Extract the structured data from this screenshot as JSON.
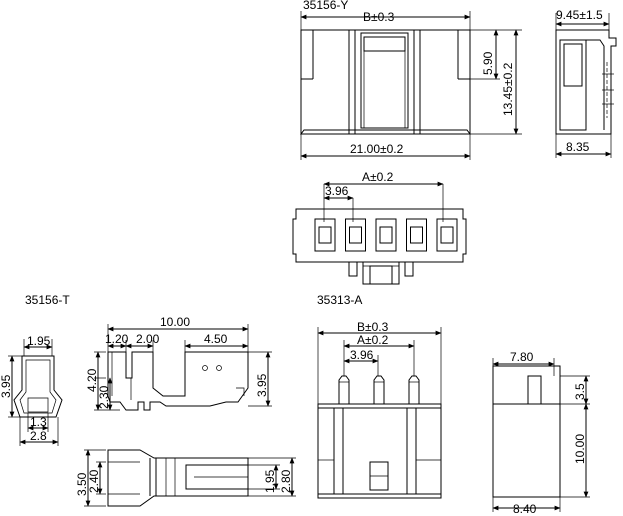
{
  "parts": {
    "y": {
      "title": "35156-Y",
      "dims": {
        "width": "B±0.3",
        "top": "5.90",
        "height": "13.45±0.2",
        "length": "21.00±0.2",
        "side_top": "9.45±1.5",
        "side_bottom": "8.35"
      }
    },
    "housing_front": {
      "dims": {
        "span": "A±0.2",
        "pitch": "3.96"
      },
      "pin_count": 5
    },
    "t": {
      "title": "35156-T",
      "dims": {
        "w1": "1.95",
        "h1": "3.95",
        "d1": "1.3",
        "d2": "2.8",
        "len": "10.00",
        "a": "1.20",
        "b": "2.00",
        "c": "4.50",
        "h2": "4.20",
        "h3": "2.30",
        "h4": "3.95",
        "h5": "3.50",
        "h6": "2.40",
        "h7": "1.95",
        "h8": "2.80"
      }
    },
    "a": {
      "title": "35313-A",
      "dims": {
        "b": "B±0.3",
        "a": "A±0.2",
        "pitch": "3.96",
        "top": "7.80",
        "h1": "3.5",
        "h2": "10.00",
        "bottom": "8.40"
      },
      "pin_count": 3
    }
  }
}
